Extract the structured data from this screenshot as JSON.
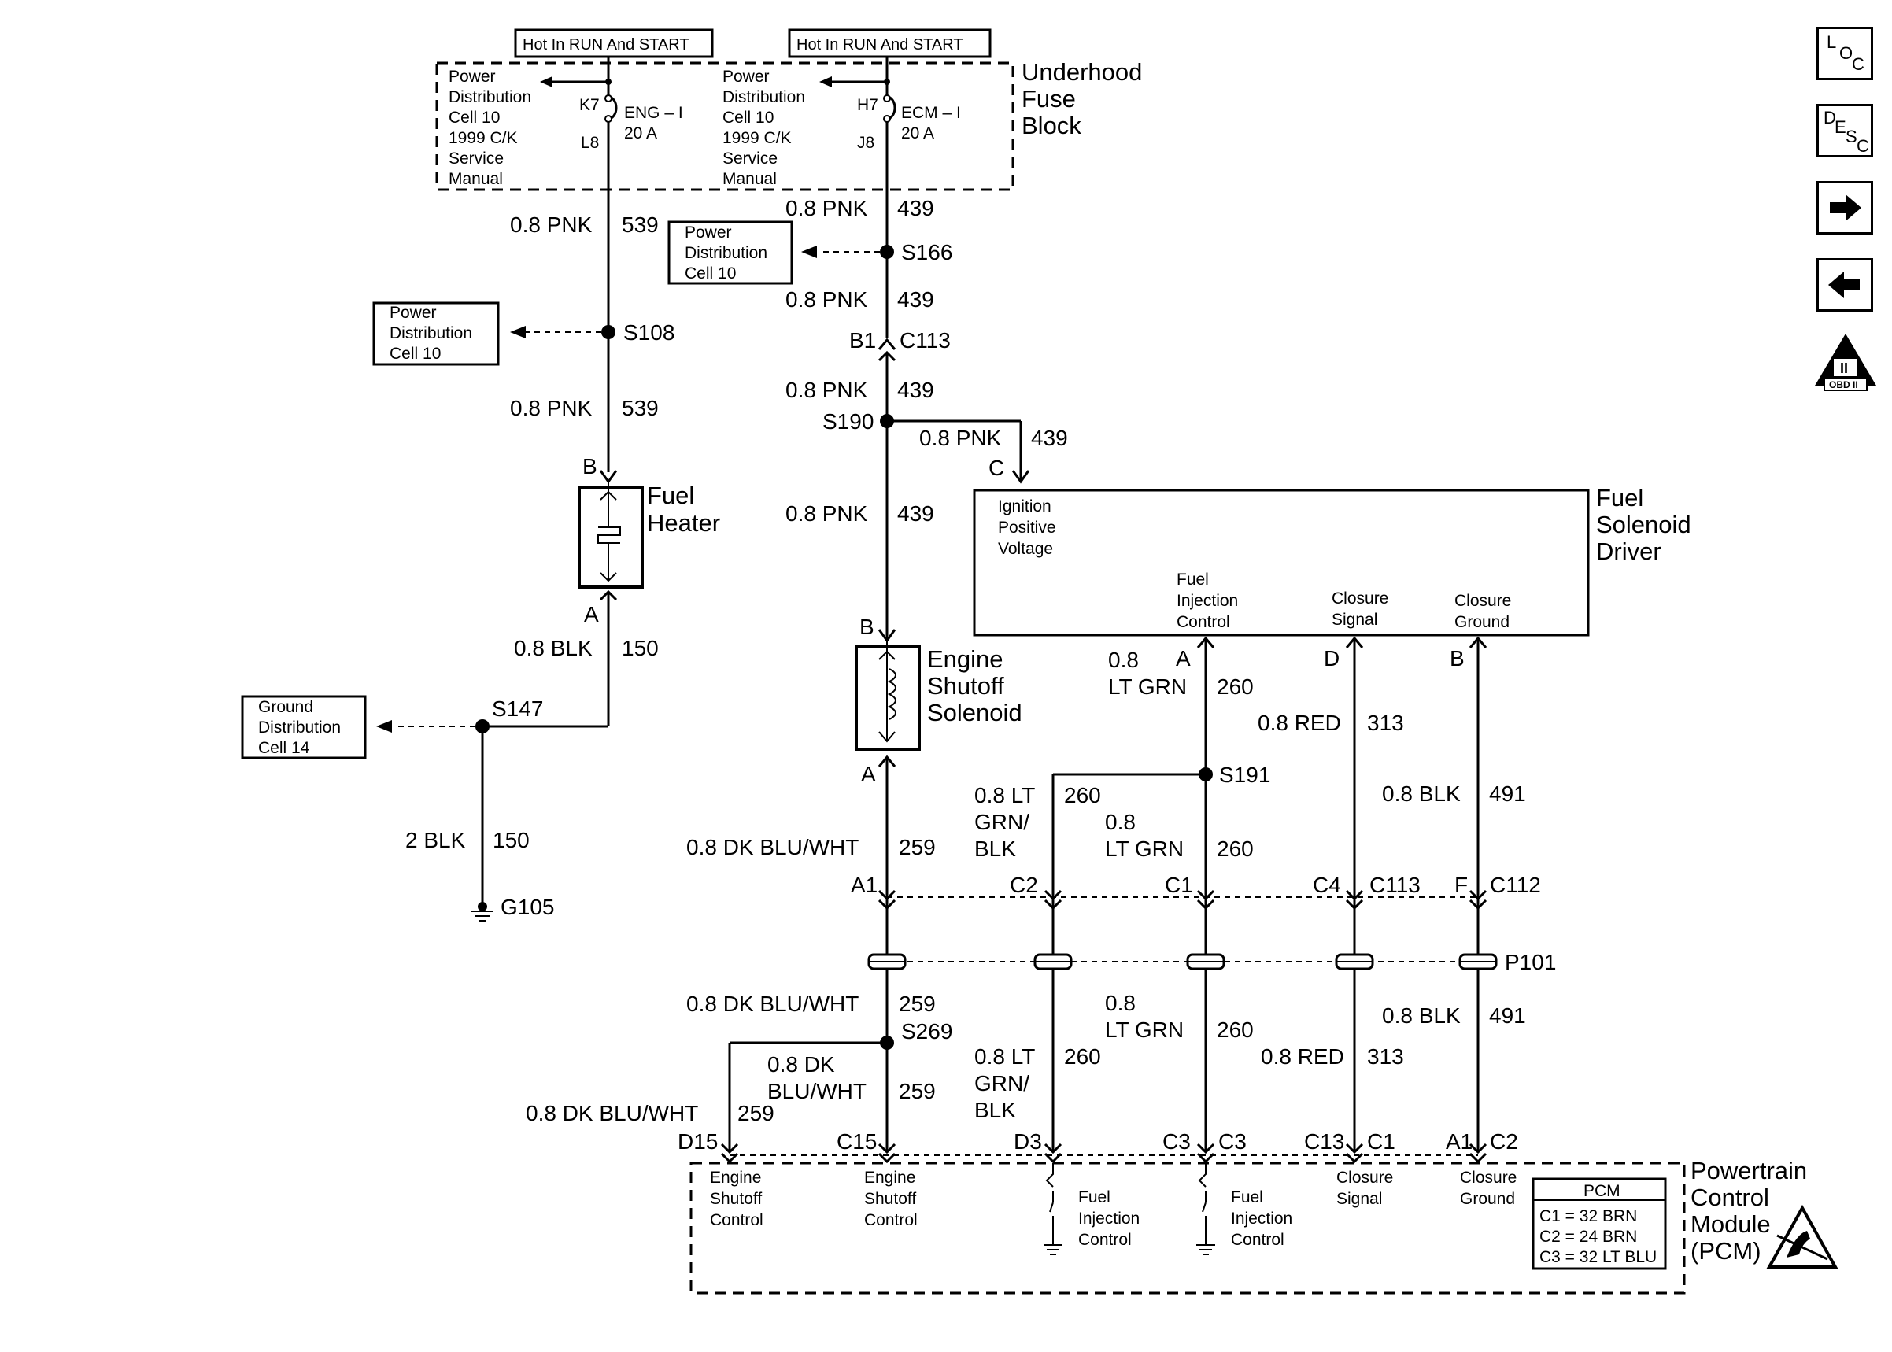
{
  "fuse_block": {
    "title": [
      "Underhood",
      "Fuse",
      "Block"
    ],
    "hot_left": "Hot In RUN And START",
    "hot_right": "Hot In RUN And START",
    "ref_left": [
      "Power",
      "Distribution",
      "Cell 10",
      "1999 C/K",
      "Service",
      "Manual"
    ],
    "ref_right": [
      "Power",
      "Distribution",
      "Cell 10",
      "1999 C/K",
      "Service",
      "Manual"
    ],
    "fuse_left": {
      "top": "K7",
      "bottom": "L8",
      "name": "ENG – I",
      "rating": "20 A"
    },
    "fuse_right": {
      "top": "H7",
      "bottom": "J8",
      "name": "ECM – I",
      "rating": "20 A"
    }
  },
  "refs": {
    "s108": [
      "Power",
      "Distribution",
      "Cell 10"
    ],
    "s166": [
      "Power",
      "Distribution",
      "Cell 10"
    ],
    "s147": [
      "Ground",
      "Distribution",
      "Cell 14"
    ]
  },
  "wires": {
    "w539a": {
      "size": "0.8 PNK",
      "circuit": "539"
    },
    "w539b": {
      "size": "0.8 PNK",
      "circuit": "539"
    },
    "w150a": {
      "size": "0.8 BLK",
      "circuit": "150"
    },
    "w150b": {
      "size": "2 BLK",
      "circuit": "150"
    },
    "w439a": {
      "size": "0.8 PNK",
      "circuit": "439"
    },
    "w439b": {
      "size": "0.8 PNK",
      "circuit": "439"
    },
    "w439c": {
      "size": "0.8 PNK",
      "circuit": "439"
    },
    "w439d": {
      "size": "0.8 PNK",
      "circuit": "439"
    },
    "w439e": {
      "size": "0.8 PNK",
      "circuit": "439"
    },
    "w259a": {
      "size": "0.8 DK BLU/WHT",
      "circuit": "259"
    },
    "w259b": {
      "size": "0.8 DK BLU/WHT",
      "circuit": "259"
    },
    "w259c": {
      "size": [
        "0.8 DK",
        "BLU/WHT"
      ],
      "circuit": "259"
    },
    "w259d": {
      "size": "0.8 DK BLU/WHT",
      "circuit": "259"
    },
    "w260a": {
      "size": [
        "0.8",
        "LT GRN"
      ],
      "circuit": "260"
    },
    "w260b": {
      "size": [
        "0.8 LT",
        "GRN/",
        "BLK"
      ],
      "circuit": "260"
    },
    "w260c": {
      "size": [
        "0.8",
        "LT GRN"
      ],
      "circuit": "260"
    },
    "w260d": {
      "size": [
        "0.8 LT",
        "GRN/",
        "BLK"
      ],
      "circuit": "260"
    },
    "w260e": {
      "size": [
        "0.8",
        "LT GRN"
      ],
      "circuit": "260"
    },
    "w313a": {
      "size": "0.8 RED",
      "circuit": "313"
    },
    "w313b": {
      "size": "0.8 RED",
      "circuit": "313"
    },
    "w491a": {
      "size": "0.8 BLK",
      "circuit": "491"
    },
    "w491b": {
      "size": "0.8 BLK",
      "circuit": "491"
    }
  },
  "splices": {
    "s108": "S108",
    "s166": "S166",
    "s190": "S190",
    "s147": "S147",
    "s191": "S191",
    "s269": "S269"
  },
  "ground": "G105",
  "connectors": {
    "c113_top": {
      "pin": "B1",
      "name": "C113"
    },
    "p101": "P101",
    "c113_row": {
      "a1": "A1",
      "c2": "C2",
      "c1": "C1",
      "c4": "C4",
      "name": "C113"
    },
    "c112": {
      "pin": "F",
      "name": "C112"
    },
    "pcm_pins": {
      "d15": "D15",
      "c15": "C15",
      "d3": "D3",
      "c3a": "C3",
      "c3b": "C3",
      "c13": "C13",
      "c1": "C1",
      "a1": "A1",
      "c2": "C2"
    }
  },
  "fuel_heater": {
    "title": [
      "Fuel",
      "Heater"
    ],
    "pin_top": "B",
    "pin_bottom": "A"
  },
  "shutoff": {
    "title": [
      "Engine",
      "Shutoff",
      "Solenoid"
    ],
    "pin_top": "B",
    "pin_bottom": "A"
  },
  "driver": {
    "title": [
      "Fuel",
      "Solenoid",
      "Driver"
    ],
    "pin_c": "C",
    "ign": [
      "Ignition",
      "Positive",
      "Voltage"
    ],
    "fic": [
      "Fuel",
      "Injection",
      "Control"
    ],
    "cs": [
      "Closure",
      "Signal"
    ],
    "cg": [
      "Closure",
      "Ground"
    ],
    "pins": {
      "a": "A",
      "d": "D",
      "b": "B"
    }
  },
  "pcm": {
    "title": [
      "Powertrain",
      "Control",
      "Module",
      "(PCM)"
    ],
    "esc1": [
      "Engine",
      "Shutoff",
      "Control"
    ],
    "esc2": [
      "Engine",
      "Shutoff",
      "Control"
    ],
    "fic1": [
      "Fuel",
      "Injection",
      "Control"
    ],
    "fic2": [
      "Fuel",
      "Injection",
      "Control"
    ],
    "cs": [
      "Closure",
      "Signal"
    ],
    "cg": [
      "Closure",
      "Ground"
    ],
    "legend": {
      "title": "PCM",
      "rows": [
        "C1 = 32 BRN",
        "C2 = 24 BRN",
        "C3 = 32 LT BLU"
      ]
    }
  },
  "nav": {
    "loc": [
      "L",
      "O",
      "C"
    ],
    "desc": [
      "D",
      "E",
      "S",
      "C"
    ],
    "obd": "OBD II",
    "obd_mark": "II"
  }
}
